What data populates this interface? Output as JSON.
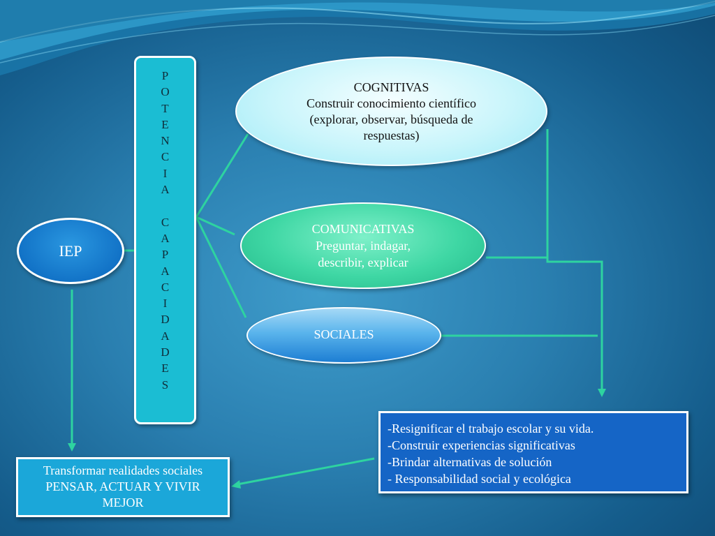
{
  "vertical_box": {
    "letters": [
      "P",
      "O",
      "T",
      "E",
      "N",
      "C",
      "I",
      "A",
      "",
      "C",
      "A",
      "P",
      "A",
      "C",
      "I",
      "D",
      "A",
      "D",
      "E",
      "S"
    ]
  },
  "iep": {
    "label": "IEP"
  },
  "cognitivas": {
    "title": "COGNITIVAS",
    "lines": [
      "Construir conocimiento científico",
      "(explorar, observar, búsqueda de",
      "respuestas)"
    ]
  },
  "comunicativas": {
    "title": "COMUNICATIVAS",
    "lines": [
      "Preguntar, indagar,",
      "describir, explicar"
    ]
  },
  "sociales": {
    "title": "SOCIALES"
  },
  "results": {
    "lines": [
      "-Resignificar el trabajo escolar y su vida.",
      "-Construir experiencias significativas",
      "-Brindar alternativas de solución",
      "- Responsabilidad social y ecológica"
    ]
  },
  "transform": {
    "lines": [
      "Transformar realidades sociales",
      "PENSAR, ACTUAR Y VIVIR",
      "MEJOR"
    ]
  },
  "colors": {
    "background": "#2a7fb0",
    "connector": "#2ed3a0",
    "vertical_box": "#1bbdd3",
    "iep": "#1273c7",
    "cognitivas": "#c9f5fb",
    "comunicativas": "#3fd7a4",
    "sociales": "#5ab4ec",
    "results_box": "#1565c6",
    "transform_box": "#1ba7d9"
  }
}
